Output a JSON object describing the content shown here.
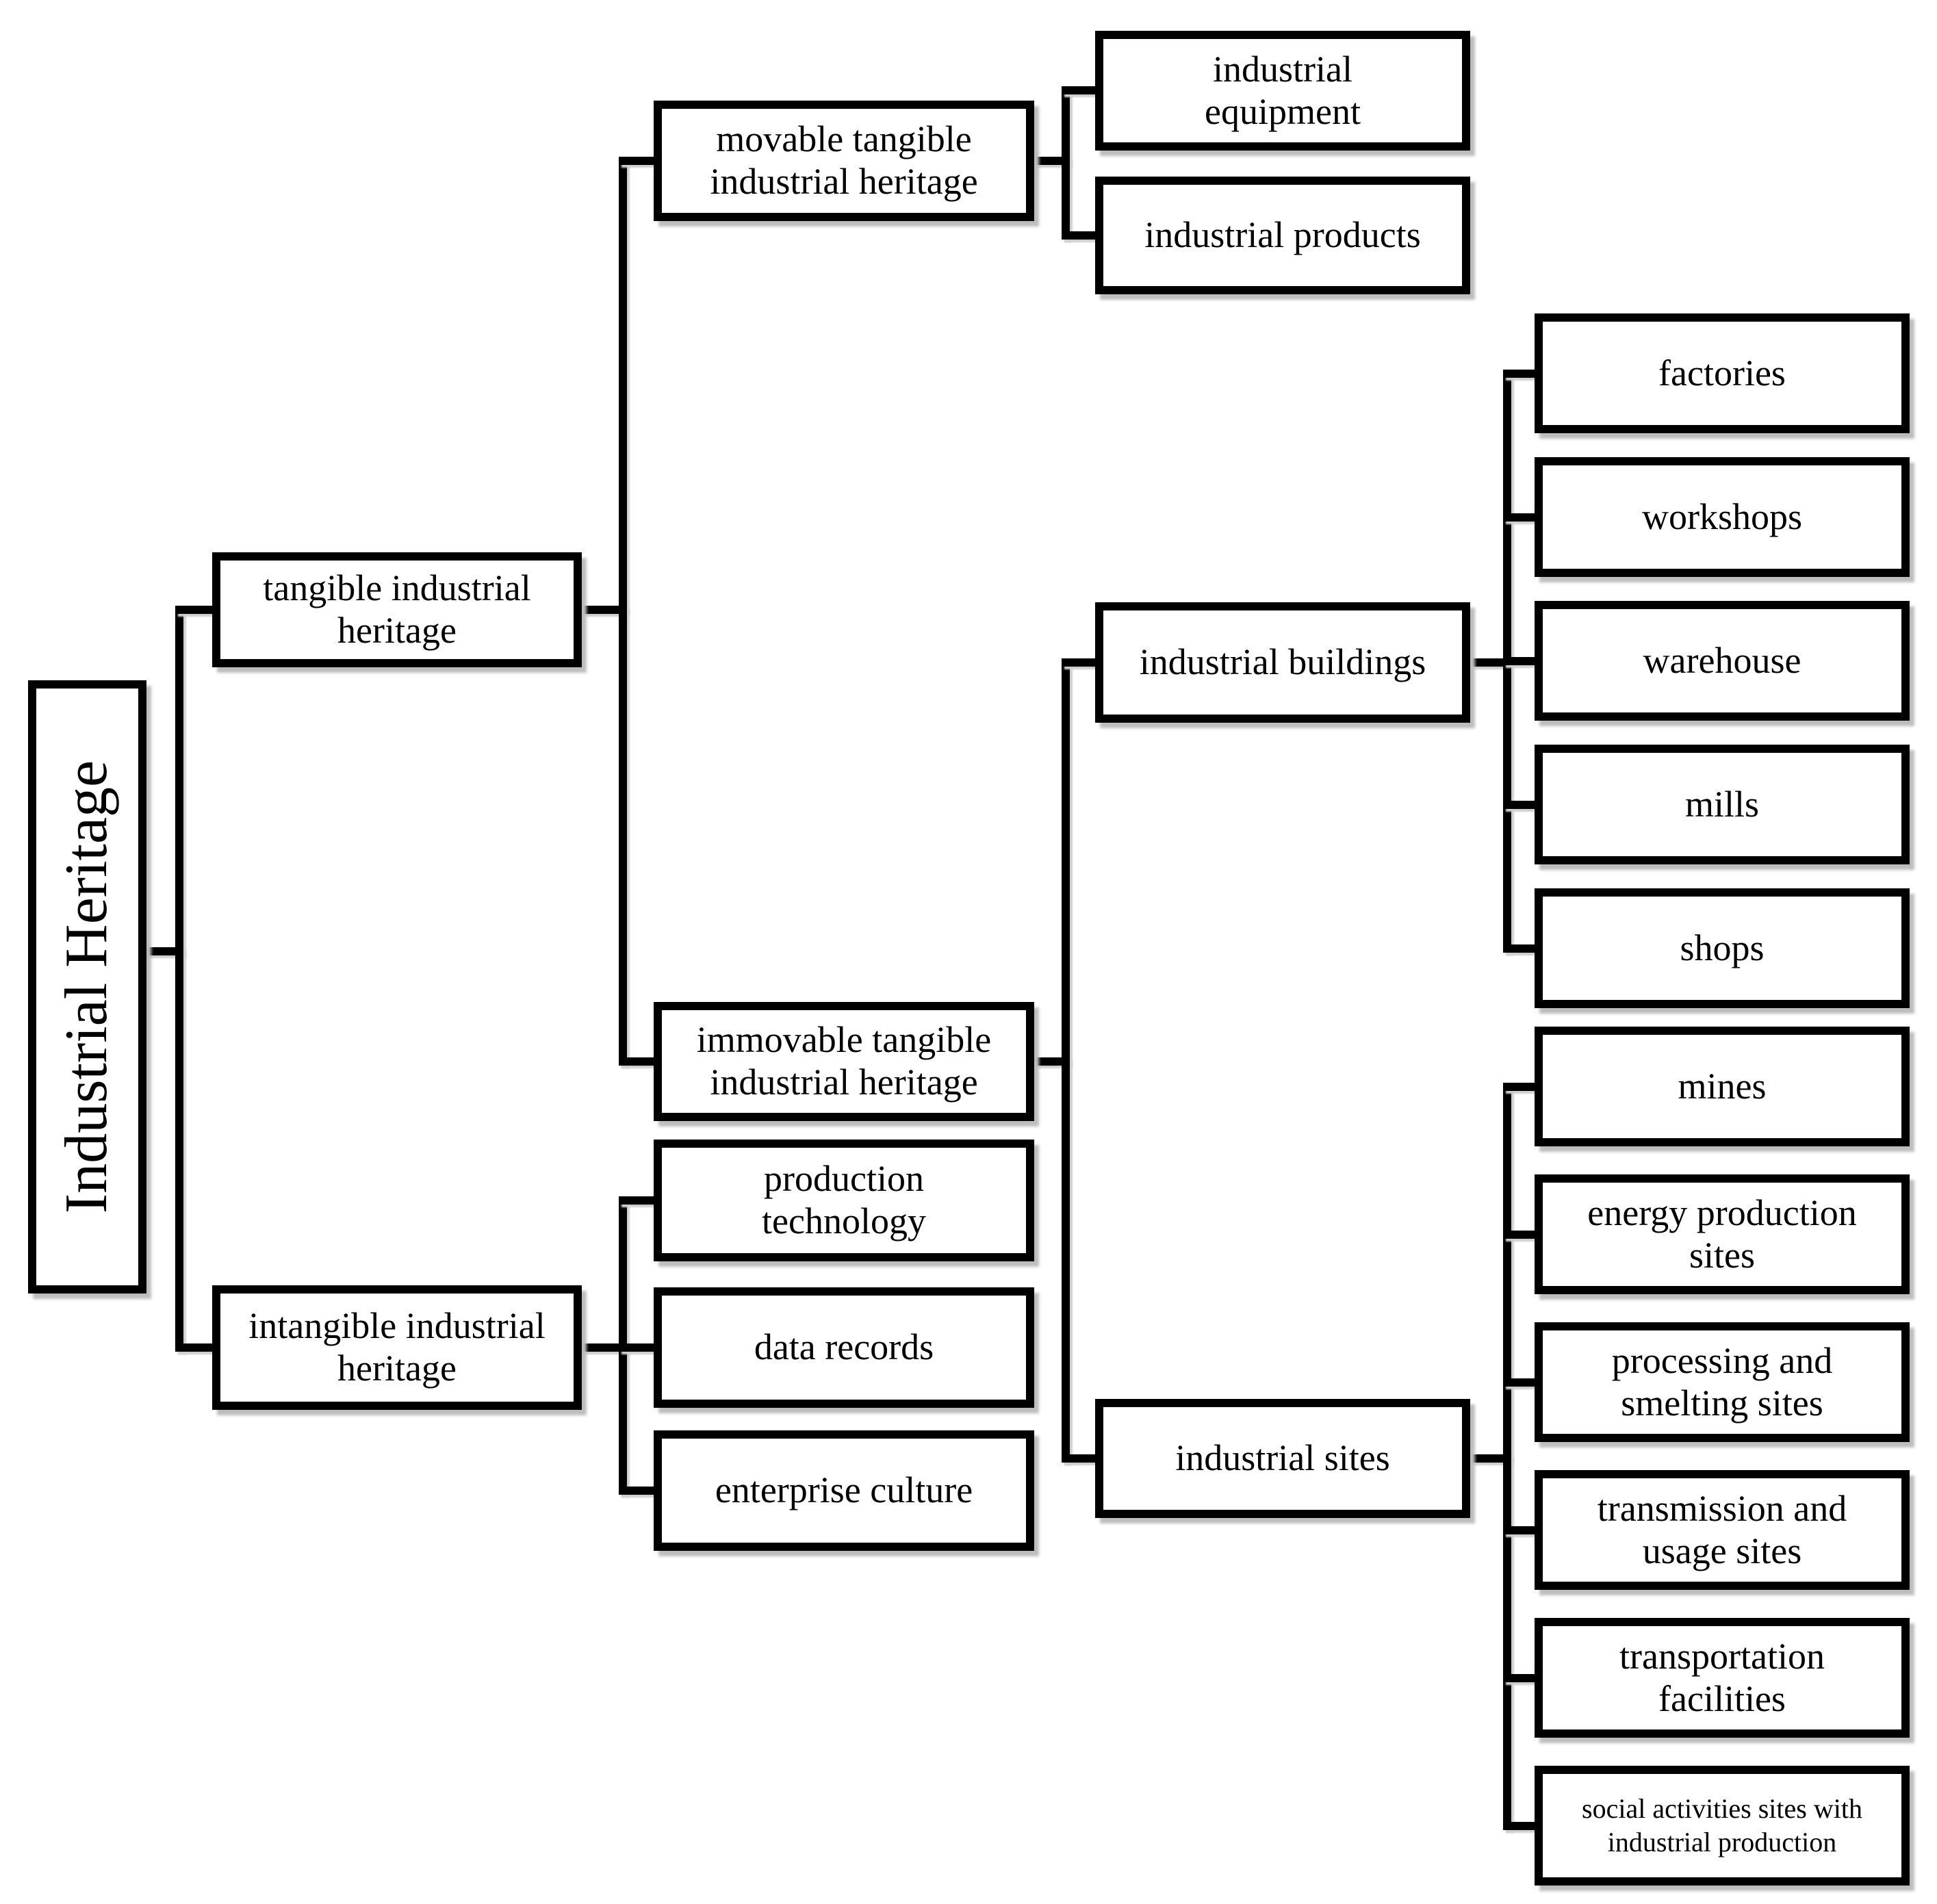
{
  "colors": {
    "line": "#000000",
    "box_background": "#ffffff",
    "text": "#000000",
    "page_background": "#ffffff"
  },
  "tree": {
    "label": "Industrial Heritage",
    "lines": [
      "Industrial Heritage"
    ],
    "children": [
      {
        "label": "tangible industrial heritage",
        "lines": [
          "tangible industrial",
          "heritage"
        ],
        "children": [
          {
            "label": "movable tangible industrial heritage",
            "lines": [
              "movable tangible",
              "industrial heritage"
            ],
            "children": [
              {
                "label": "industrial equipment",
                "lines": [
                  "industrial",
                  "equipment"
                ]
              },
              {
                "label": "industrial products",
                "lines": [
                  "industrial products"
                ]
              }
            ]
          },
          {
            "label": "immovable tangible industrial heritage",
            "lines": [
              "immovable tangible",
              "industrial heritage"
            ],
            "children": [
              {
                "label": "industrial buildings",
                "lines": [
                  "industrial buildings"
                ],
                "children": [
                  {
                    "label": "factories",
                    "lines": [
                      "factories"
                    ]
                  },
                  {
                    "label": "workshops",
                    "lines": [
                      "workshops"
                    ]
                  },
                  {
                    "label": "warehouse",
                    "lines": [
                      "warehouse"
                    ]
                  },
                  {
                    "label": "mills",
                    "lines": [
                      "mills"
                    ]
                  },
                  {
                    "label": "shops",
                    "lines": [
                      "shops"
                    ]
                  }
                ]
              },
              {
                "label": "industrial sites",
                "lines": [
                  "industrial sites"
                ],
                "children": [
                  {
                    "label": "mines",
                    "lines": [
                      "mines"
                    ]
                  },
                  {
                    "label": "energy production sites",
                    "lines": [
                      "energy production",
                      "sites"
                    ]
                  },
                  {
                    "label": "processing and smelting sites",
                    "lines": [
                      "processing and",
                      "smelting sites"
                    ]
                  },
                  {
                    "label": "transmission and usage sites",
                    "lines": [
                      "transmission and",
                      "usage sites"
                    ]
                  },
                  {
                    "label": "transportation facilities",
                    "lines": [
                      "transportation",
                      "facilities"
                    ]
                  },
                  {
                    "label": "social activities sites with industrial production",
                    "lines": [
                      "social activities sites with",
                      "industrial production"
                    ]
                  }
                ]
              }
            ]
          }
        ]
      },
      {
        "label": "intangible industrial heritage",
        "lines": [
          "intangible industrial",
          "heritage"
        ],
        "children": [
          {
            "label": "production technology",
            "lines": [
              "production",
              "technology"
            ]
          },
          {
            "label": "data records",
            "lines": [
              "data records"
            ]
          },
          {
            "label": "enterprise culture",
            "lines": [
              "enterprise culture"
            ]
          }
        ]
      }
    ]
  }
}
